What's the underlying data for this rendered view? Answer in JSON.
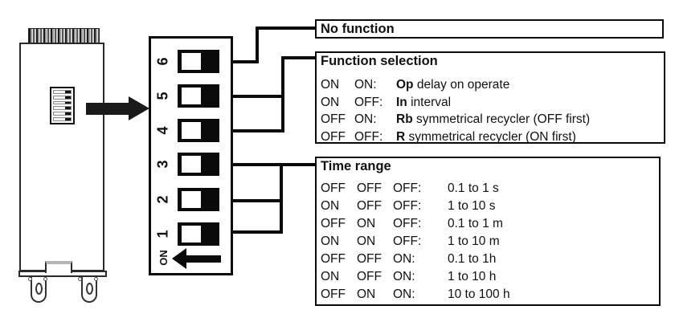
{
  "colors": {
    "ink": "#0a0a0a",
    "background": "#ffffff"
  },
  "dip": {
    "on_label": "ON",
    "switches": [
      {
        "label": "6"
      },
      {
        "label": "5"
      },
      {
        "label": "4"
      },
      {
        "label": "3"
      },
      {
        "label": "2"
      },
      {
        "label": "1"
      }
    ]
  },
  "boxes": {
    "no_function": {
      "title": "No function"
    },
    "function_selection": {
      "title": "Function selection",
      "rows": [
        {
          "s1": "ON",
          "s2": "ON:",
          "code": "Op",
          "desc": " delay on operate"
        },
        {
          "s1": "ON",
          "s2": "OFF:",
          "code": "In",
          "desc": " interval"
        },
        {
          "s1": "OFF",
          "s2": "ON:",
          "code": "Rb",
          "desc": " symmetrical recycler (OFF first)"
        },
        {
          "s1": "OFF",
          "s2": "OFF:",
          "code": "R",
          "desc": " symmetrical recycler (ON first)"
        }
      ]
    },
    "time_range": {
      "title": "Time range",
      "rows": [
        {
          "s1": "OFF",
          "s2": "OFF",
          "s3": "OFF:",
          "value": "0.1 to 1 s"
        },
        {
          "s1": "ON",
          "s2": "OFF",
          "s3": "OFF:",
          "value": "1 to 10 s"
        },
        {
          "s1": "OFF",
          "s2": "ON",
          "s3": "OFF:",
          "value": "0.1 to 1 m"
        },
        {
          "s1": "ON",
          "s2": "ON",
          "s3": "OFF:",
          "value": "1 to 10 m"
        },
        {
          "s1": "OFF",
          "s2": "OFF",
          "s3": "ON:",
          "value": "0.1 to 1h"
        },
        {
          "s1": "ON",
          "s2": "OFF",
          "s3": "ON:",
          "value": "1 to 10 h"
        },
        {
          "s1": "OFF",
          "s2": "ON",
          "s3": "ON:",
          "value": "10 to 100 h"
        }
      ]
    }
  }
}
